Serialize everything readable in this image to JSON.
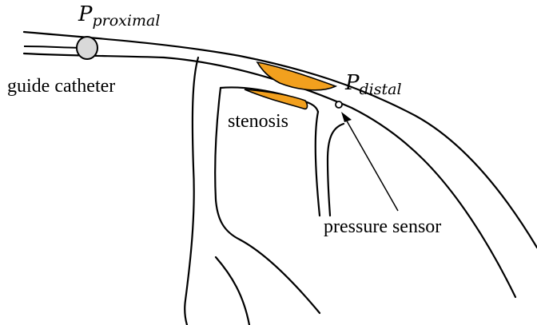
{
  "labels": {
    "p_proximal_main": "P",
    "p_proximal_sub": "proximal",
    "p_distal_main": "P",
    "p_distal_sub": "distal",
    "guide_catheter": "guide catheter",
    "stenosis": "stenosis",
    "pressure_sensor": "pressure sensor"
  },
  "colors": {
    "plaque": "#F2A01E",
    "catheter_tip": "#D9D9D9",
    "line": "#000000"
  }
}
